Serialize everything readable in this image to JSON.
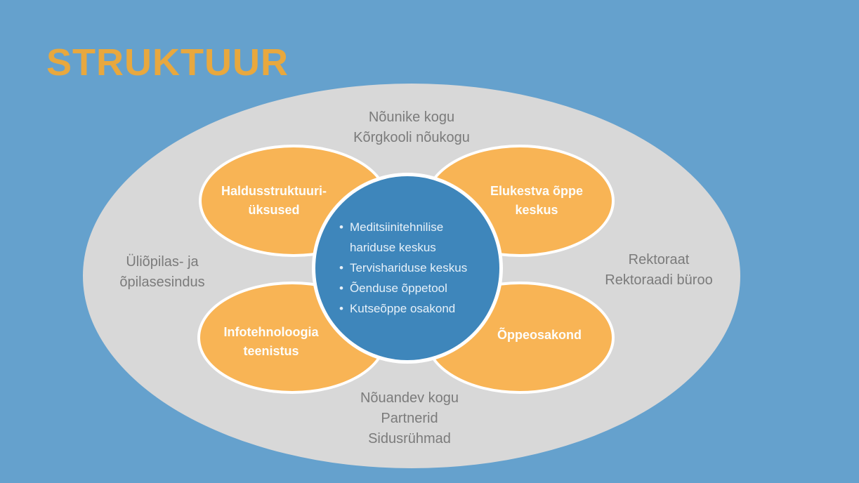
{
  "slide": {
    "title": "STRUKTUUR",
    "outer_labels": {
      "top": {
        "line1": "Nõunike kogu",
        "line2": "Kõrgkooli nõukogu"
      },
      "left": {
        "line1": "Üliõpilas- ja",
        "line2": "õpilasesindus"
      },
      "right": {
        "line1": "Rektoraat",
        "line2": "Rektoraadi büroo"
      },
      "bottom": {
        "line1": "Nõuandev kogu",
        "line2": "Partnerid",
        "line3": "Sidusrühmad"
      }
    },
    "petals": {
      "top_left": {
        "line1": "Haldusstruktuuri-",
        "line2": "üksused"
      },
      "top_right": {
        "line1": "Elukestva õppe",
        "line2": "keskus"
      },
      "bottom_left": {
        "line1": "Infotehnoloogia",
        "line2": "teenistus"
      },
      "bottom_right": {
        "line1": "Õppeosakond"
      }
    },
    "center_circle": {
      "bullet": "•",
      "items": [
        "Meditsiinitehnilise hariduse keskus",
        "Tervishariduse keskus",
        "Õenduse õppetool",
        "Kutseõppe osakond"
      ]
    },
    "colors": {
      "background": "#65A1CD",
      "outer_ellipse": "#D8D8D8",
      "petal": "#F8B455",
      "petal_border": "#FFFFFF",
      "center_circle": "#3E86BB",
      "title_text": "#E8A83E",
      "gray_text": "#7B7B7B",
      "petal_text": "#FDFDFB",
      "center_text": "#E7F1F9"
    }
  }
}
